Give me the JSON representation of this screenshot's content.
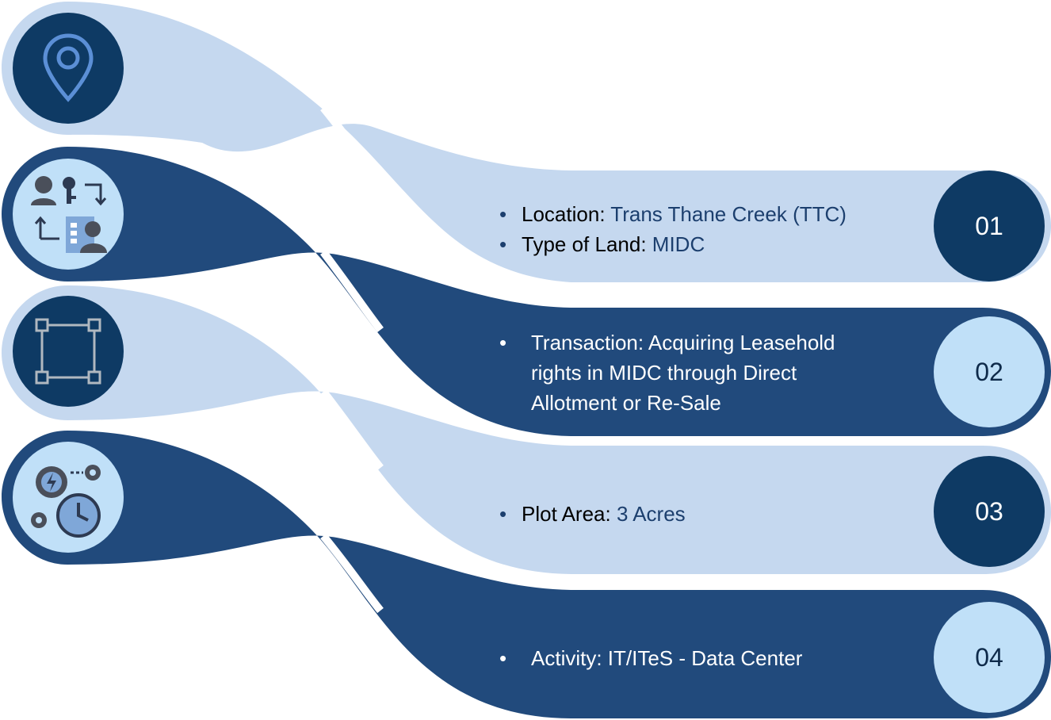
{
  "colors": {
    "light_band": "#c5d8ef",
    "dark_band": "#214a7c",
    "dark_circle": "#0e3a64",
    "light_circle": "#c0e0f8"
  },
  "rows": [
    {
      "number": "01",
      "icon": "location-pin-icon",
      "items": [
        {
          "key": "Location",
          "sep": ": ",
          "value": "Trans Thane Creek (TTC)"
        },
        {
          "key": "Type of Land:",
          "sep": " ",
          "value": "MIDC"
        }
      ]
    },
    {
      "number": "02",
      "icon": "property-transfer-icon",
      "items": [
        {
          "key": "Transaction:",
          "sep": " ",
          "value": "Acquiring Leasehold rights in MIDC through Direct Allotment or Re-Sale"
        }
      ]
    },
    {
      "number": "03",
      "icon": "plot-area-square-icon",
      "items": [
        {
          "key": "Plot Area",
          "sep": ": ",
          "value": "3 Acres"
        }
      ]
    },
    {
      "number": "04",
      "icon": "gear-clock-activity-icon",
      "items": [
        {
          "key": "Activity: IT/ITeS  - Data Center",
          "sep": "",
          "value": ""
        }
      ]
    }
  ]
}
